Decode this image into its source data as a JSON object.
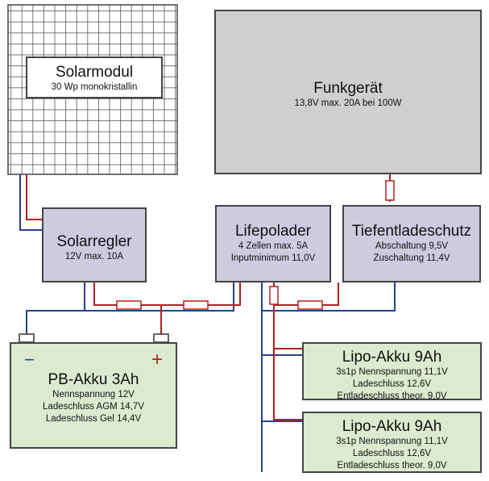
{
  "solarmodul": {
    "title": "Solarmodul",
    "lines": [
      "30 Wp monokristallin"
    ]
  },
  "funkgeraet": {
    "title": "Funkgerät",
    "lines": [
      "13,8V max. 20A bei 100W"
    ]
  },
  "solarregler": {
    "title": "Solarregler",
    "lines": [
      "12V max. 10A"
    ]
  },
  "lifepolader": {
    "title": "Lifepolader",
    "lines": [
      "4 Zellen max. 5A",
      "Inputminimum 11,0V"
    ]
  },
  "tiefentladeschutz": {
    "title": "Tiefentladeschutz",
    "lines": [
      "Abschaltung 9,5V",
      "Zuschaltung 11,4V"
    ]
  },
  "pb_akku": {
    "title": "PB-Akku 3Ah",
    "lines": [
      "Nennspannung 12V",
      "Ladeschluss AGM 14,7V",
      "Ladeschluss Gel 14,4V"
    ],
    "minus": "−",
    "plus": "+"
  },
  "lipo1": {
    "title": "Lipo-Akku 9Ah",
    "lines": [
      "3s1p Nennspannung 11,1V",
      "Ladeschluss 12,6V",
      "Entladeschluss theor. 9,0V"
    ]
  },
  "lipo2": {
    "title": "Lipo-Akku 9Ah",
    "lines": [
      "3s1p Nennspannung 11,1V",
      "Ladeschluss 12,6V",
      "Entladeschluss theor. 9,0V"
    ]
  },
  "colors": {
    "positive": "#b32020",
    "negative": "#27408b"
  }
}
